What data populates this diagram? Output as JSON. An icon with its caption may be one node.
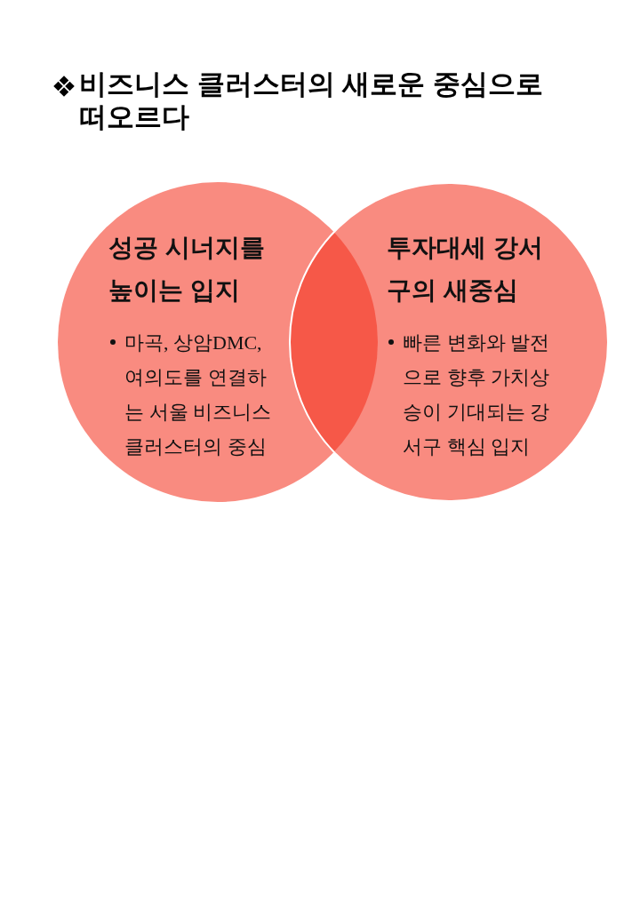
{
  "diagram": {
    "title": "비즈니스 클러스터의 새로운 중심으로 떠오르다",
    "nodes": [
      {
        "text": [
          "성공 시너지를 높이는 입지",
          "마곡, 상암DMC, 여의도를 연결하는 서울 비즈니스 클러스터의 중심"
        ]
      },
      {
        "text": [
          "투자대세 강서구의 새중심",
          "빠른 변화와 발전으로 향후 가치상승이 기대되는 강서구 핵심 입지"
        ]
      }
    ]
  }
}
